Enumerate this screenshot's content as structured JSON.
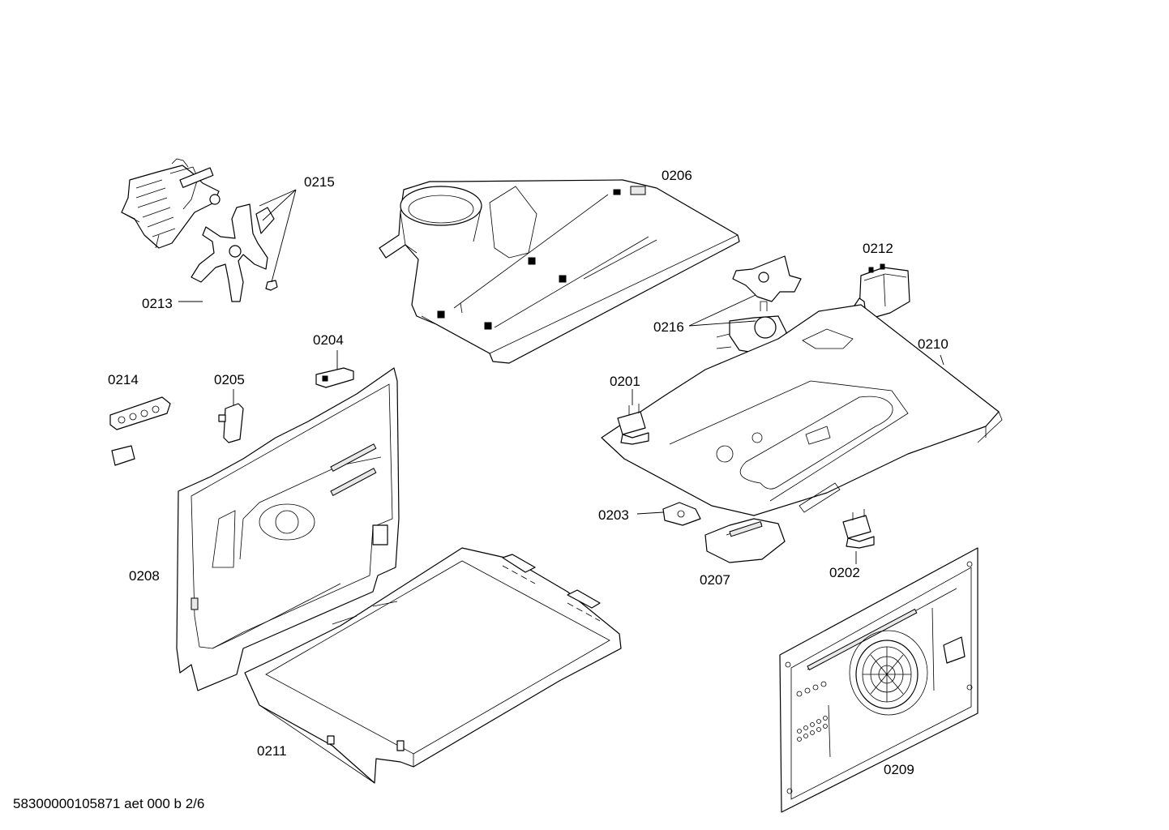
{
  "footer": {
    "code": "58300000105871 aet 000 b 2/6"
  },
  "callouts": {
    "c0201": "0201",
    "c0202": "0202",
    "c0203": "0203",
    "c0204": "0204",
    "c0205": "0205",
    "c0206": "0206",
    "c0207": "0207",
    "c0208": "0208",
    "c0209": "0209",
    "c0210": "0210",
    "c0211": "0211",
    "c0212": "0212",
    "c0213": "0213",
    "c0214": "0214",
    "c0215": "0215",
    "c0216": "0216"
  }
}
